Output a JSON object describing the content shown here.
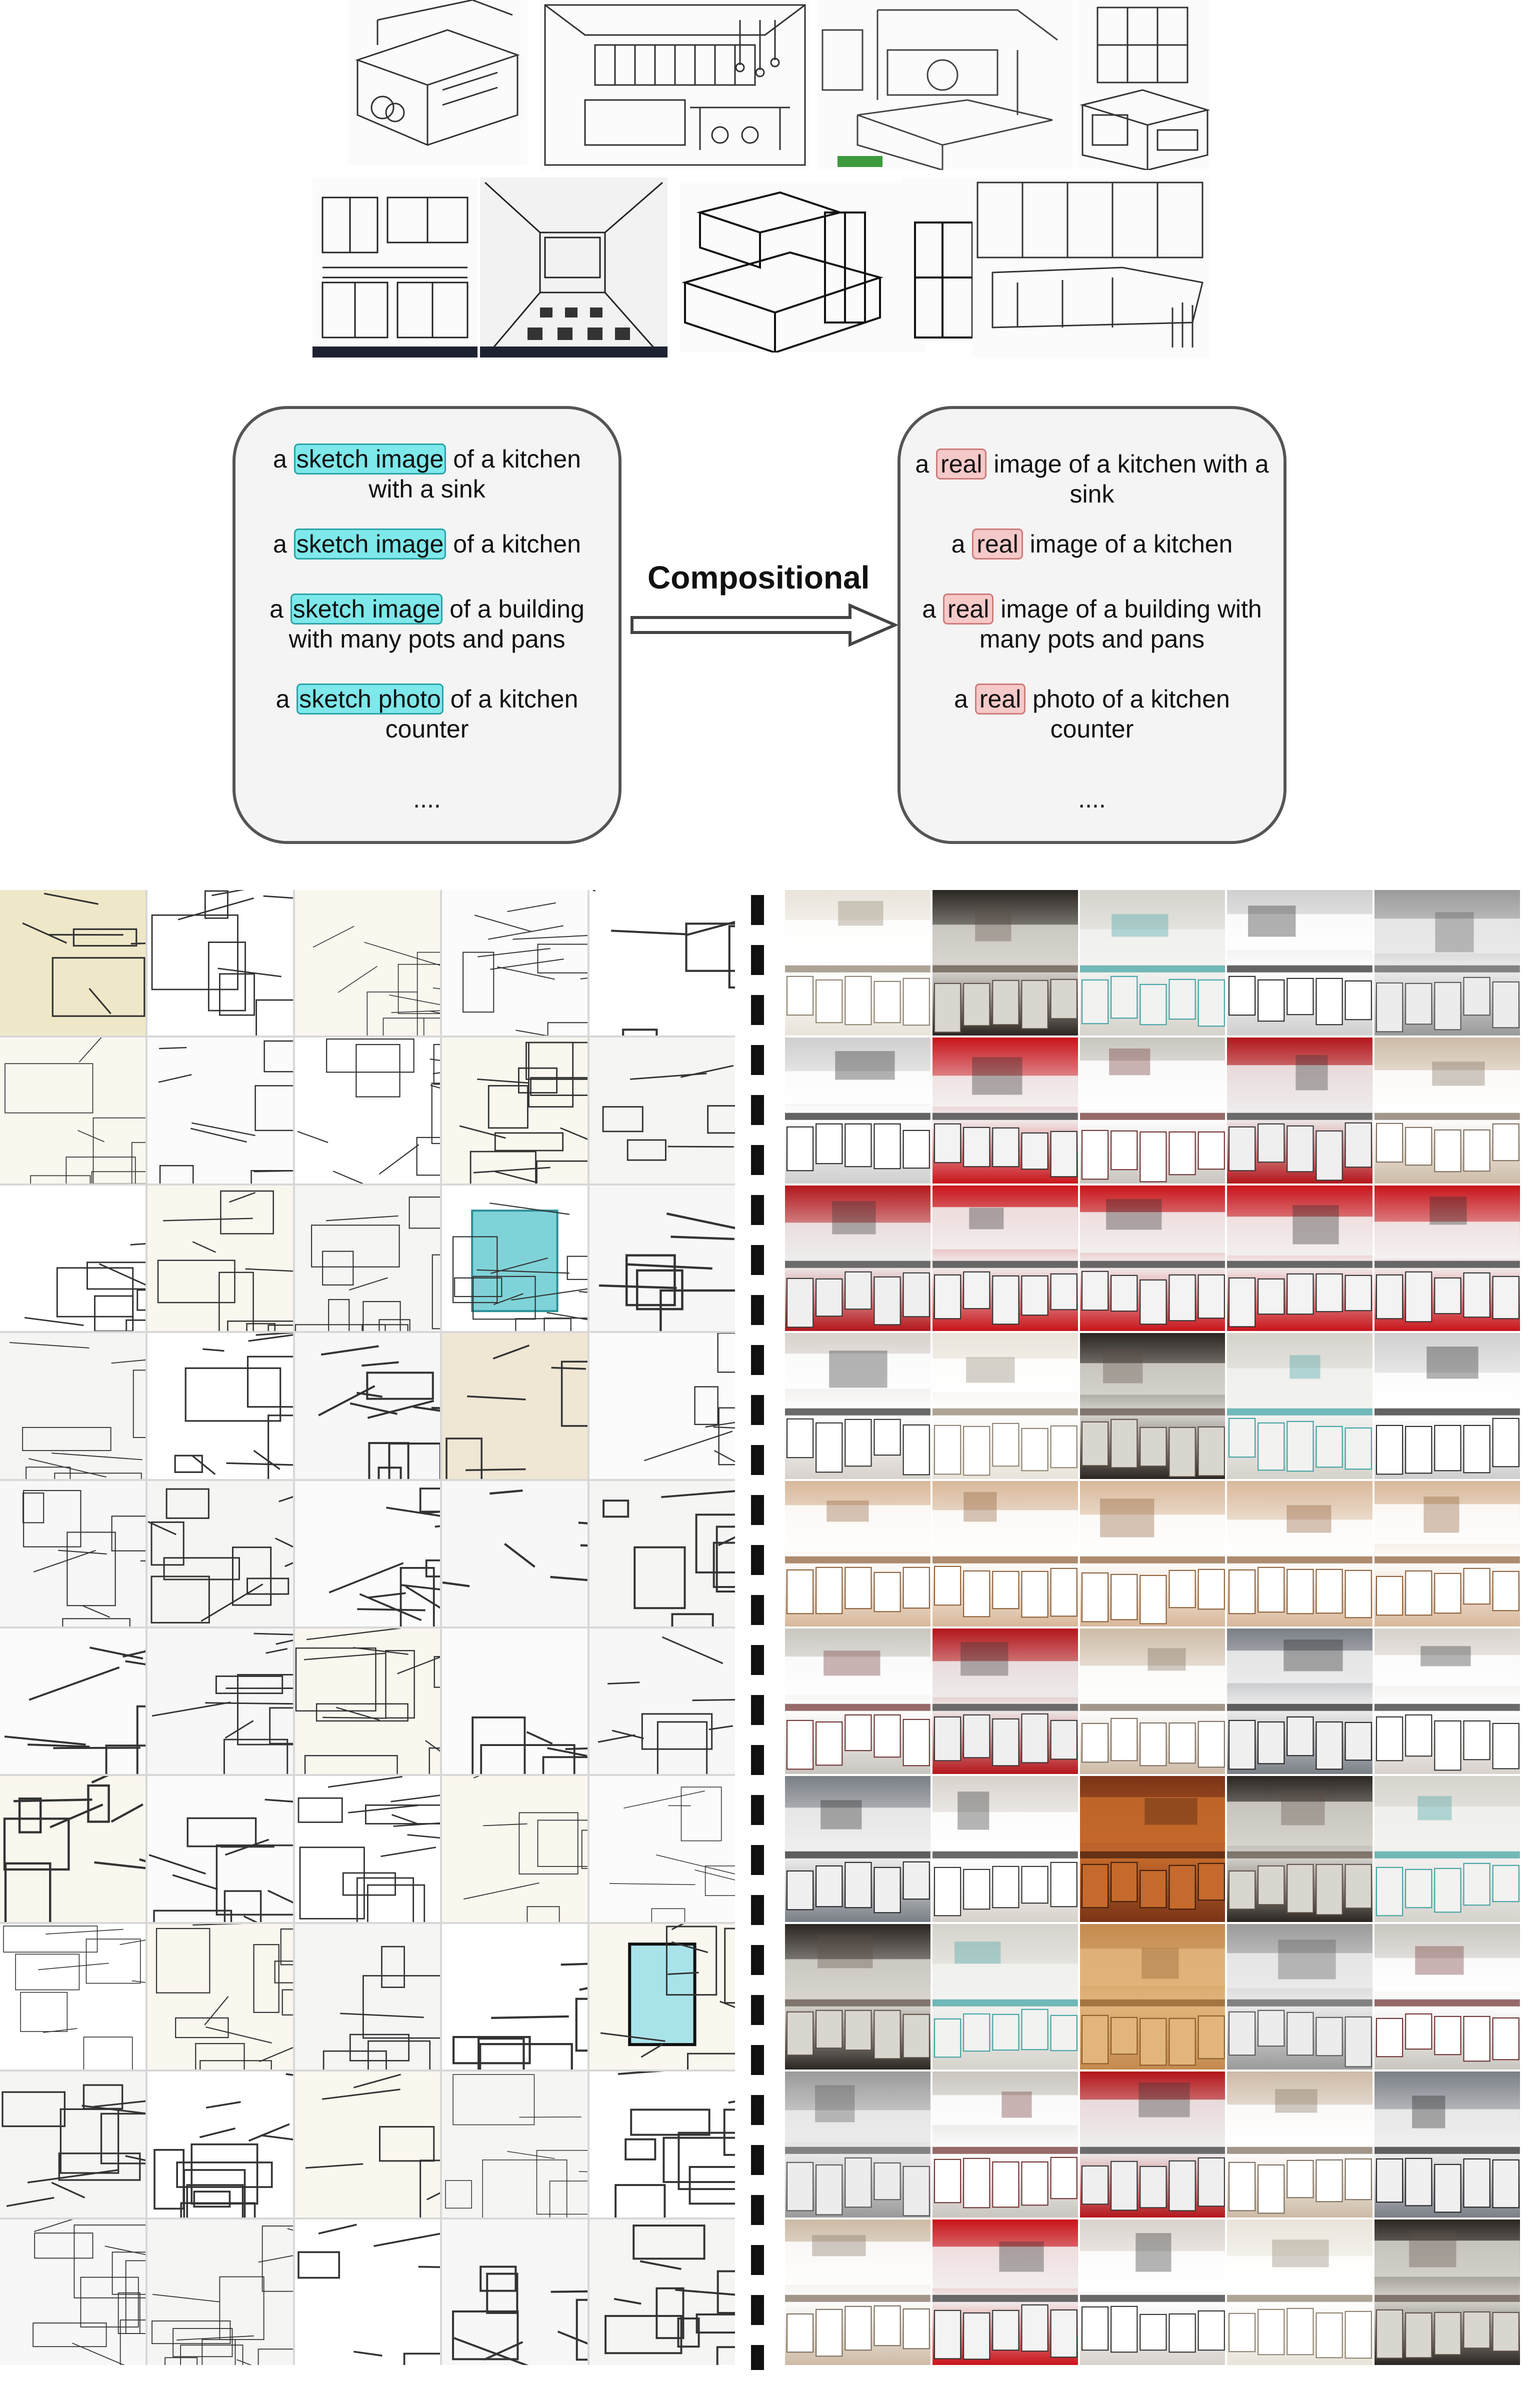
{
  "left_prompts": [
    {
      "prefix": "a ",
      "highlight": "sketch image",
      "line1_rest": " of a kitchen",
      "line2": "with a sink"
    },
    {
      "prefix": "a ",
      "highlight": "sketch image",
      "line1_rest": " of a kitchen",
      "line2": ""
    },
    {
      "prefix": "a ",
      "highlight": "sketch image",
      "line1_rest": " of a building",
      "line2": "with many pots and pans"
    },
    {
      "prefix": "a ",
      "highlight": "sketch photo",
      "line1_rest": " of a kitchen",
      "line2": "counter"
    }
  ],
  "right_prompts": [
    {
      "prefix": "a ",
      "highlight": "real",
      "line1_rest": " image of a kitchen with a",
      "line2": "sink"
    },
    {
      "prefix": "a ",
      "highlight": "real",
      "line1_rest": " image of a kitchen",
      "line2": ""
    },
    {
      "prefix": "a ",
      "highlight": "real",
      "line1_rest": " image of a building with",
      "line2": "many pots and pans"
    },
    {
      "prefix": "a ",
      "highlight": "real",
      "line1_rest": " photo of a kitchen",
      "line2": "counter"
    }
  ],
  "ellipsis": "....",
  "arrow_label": "Compositional",
  "colors": {
    "highlight_sketch": "#7ee8ea",
    "highlight_real": "#f6c9c9",
    "box_fill": "#f4f4f4",
    "box_border": "#555555"
  }
}
